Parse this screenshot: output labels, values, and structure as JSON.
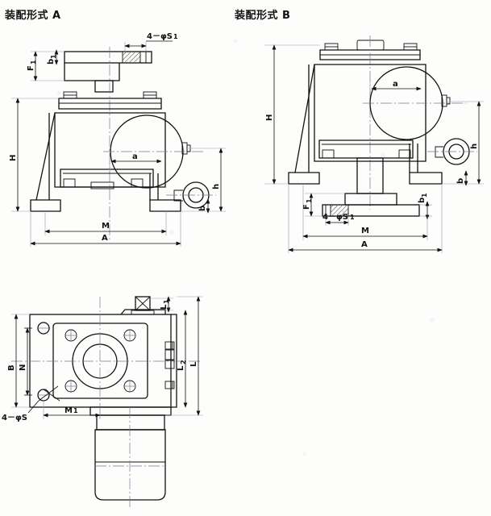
{
  "titles": {
    "view_a": "装配形式 A",
    "view_b": "装配形式 B"
  },
  "view_a": {
    "name": "assembly-form-a-elevation",
    "dimensions": {
      "F1": "F",
      "F1_sub": "1",
      "b1": "b",
      "b1_sub": "1",
      "hole_note": "4－φS",
      "hole_note_sub": "1",
      "H": "H",
      "a": "a",
      "h": "h",
      "b": "b",
      "M": "M",
      "A": "A"
    }
  },
  "view_b": {
    "name": "assembly-form-b-elevation",
    "dimensions": {
      "H": "H",
      "a": "a",
      "h": "h",
      "b": "b",
      "F1": "F",
      "F1_sub": "1",
      "b1": "b",
      "b1_sub": "1",
      "hole_note": "4－φS",
      "hole_note_sub": "1",
      "M": "M",
      "A": "A"
    }
  },
  "view_plan": {
    "name": "plan-view",
    "dimensions": {
      "B": "B",
      "N": "N",
      "hole_note": "4－φS",
      "M1": "M",
      "M1_sub": "1",
      "L1": "L",
      "L1_sub": "1",
      "L2": "L",
      "L2_sub": "2",
      "L": "L"
    }
  },
  "colors": {
    "line": "#111111",
    "centerline": "#5b6d88",
    "dimension": "#222222",
    "paper": "#fdfdfb"
  }
}
